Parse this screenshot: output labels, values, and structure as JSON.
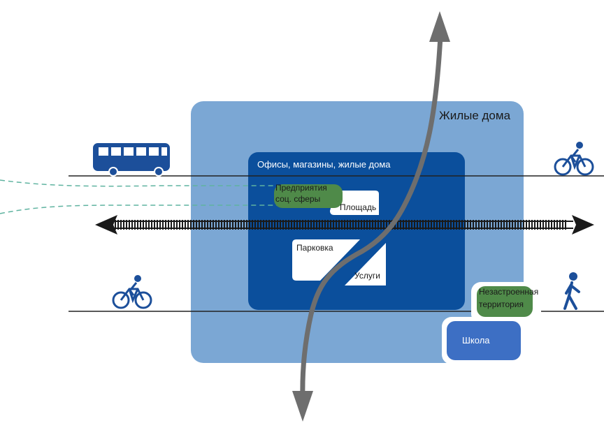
{
  "labels": {
    "residential": "Жилые дома",
    "core": "Офисы, магазины, жилые дома",
    "social_line1": "Предприятия",
    "social_line2": "соц. сферы",
    "square": "Площадь",
    "parking": "Парковка",
    "services": "Услуги",
    "open_space_line1": "Незастроенная",
    "open_space_line2": "территория",
    "school": "Школа"
  },
  "icons": [
    "bus-icon",
    "cyclist-icon",
    "cyclist-icon",
    "pedestrian-icon"
  ],
  "colors": {
    "outer_zone": "#7ba7d4",
    "core_zone": "#0b4f9c",
    "school": "#3d6fc4",
    "green_blocks": "#4f8a49",
    "road": "#6e6e6e",
    "railway": "#1a1a1a",
    "dashed_route": "#5fb3a0",
    "transport_icons": "#1c4f9a"
  }
}
